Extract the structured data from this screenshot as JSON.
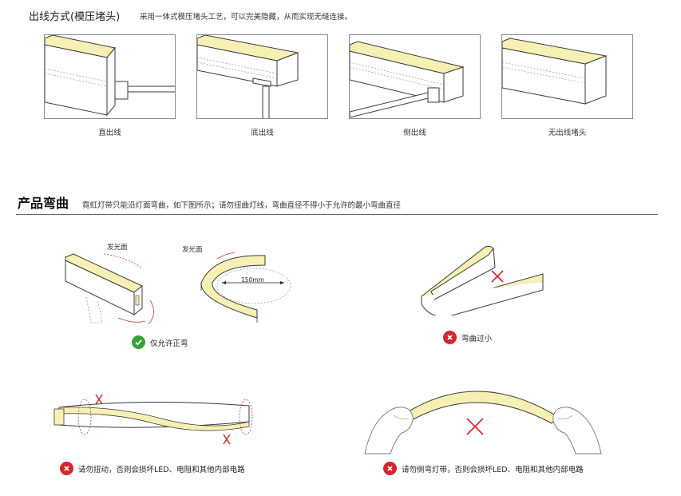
{
  "outlet": {
    "title": "出线方式(模压堵头)",
    "description": "采用一体式模压堵头工艺，可以完美隐藏，从而实现无缝连接。",
    "panels": [
      {
        "caption": "直出线"
      },
      {
        "caption": "底出线"
      },
      {
        "caption": "侧出线"
      },
      {
        "caption": "无出线堵头"
      }
    ]
  },
  "bending": {
    "title": "产品弯曲",
    "description": "霓虹灯带只能沿灯面弯曲，如下图所示；请勿扭曲灯线，弯曲直径不得小于允许的最小弯曲直径",
    "light_face_label_1": "发光面",
    "light_face_label_2": "发光面",
    "diameter": "150mm",
    "allowed": "仅允许正弯",
    "too_small": "弯曲过小",
    "no_twist": "请勿扭动，否则会损坏LED、电阻和其他内部电路",
    "no_side_bend": "请勿侧弯灯带，否则会损坏LED、电阻和其他内部电路"
  },
  "colors": {
    "led_face": "#f7f0b4",
    "ok_green": "#3aa13d",
    "error_red": "#d22630",
    "line": "#3a3a3a"
  }
}
